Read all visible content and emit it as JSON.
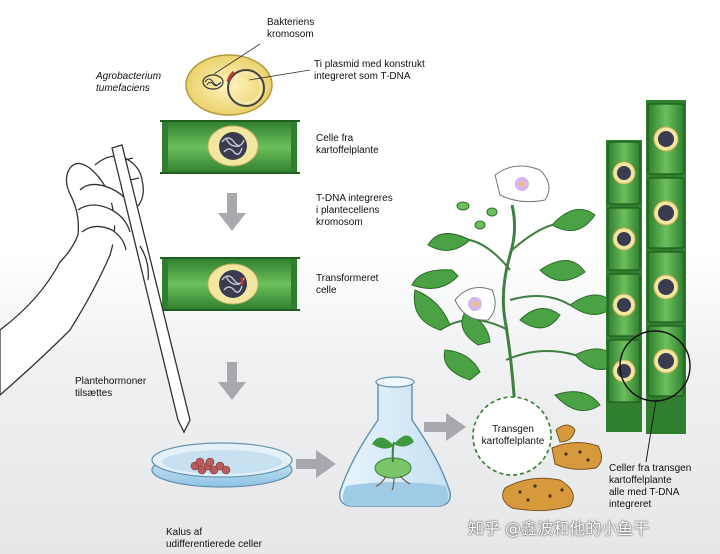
{
  "labels": {
    "bacteria_chromosome": "Bakteriens\nkromosom",
    "agrobacterium": "Agrobacterium\ntumefaciens",
    "ti_plasmid": "Ti plasmid med konstrukt\nintegreret som T-DNA",
    "potato_cell": "Celle fra\nkartoffelplante",
    "tdna_integrated": "T-DNA integreres\ni plantecellens\nkromosom",
    "transformed_cell": "Transformeret\ncelle",
    "hormones": "Plantehormoner\ntilsættes",
    "callus": "Kalus af\nudifferentierede celler",
    "transgenic_plant": "Transgen\nkartoffelplante",
    "transgenic_cells": "Celler fra transgen\nkartoffelplante\nalle med T-DNA\nintegreret"
  },
  "watermark": "知乎 @鑫波和他的小鱼干",
  "colors": {
    "cell_green": "#3f9a3f",
    "cell_light": "#7cc46a",
    "nucleus_yellow": "#f2e7a0",
    "arrow_gray": "#a7a9ac",
    "tdna_red": "#c0392b"
  }
}
